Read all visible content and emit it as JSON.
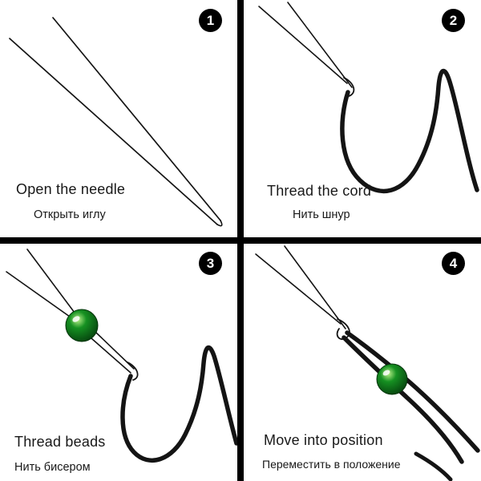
{
  "panels": [
    {
      "number": "1",
      "title": "Open the needle",
      "subtitle": "Открыть иглу"
    },
    {
      "number": "2",
      "title": "Thread the cord",
      "subtitle": "Нить шнур"
    },
    {
      "number": "3",
      "title": "Thread beads",
      "subtitle": "Нить бисером"
    },
    {
      "number": "4",
      "title": "Move into position",
      "subtitle": "Переместить в положение"
    }
  ],
  "colors": {
    "background": "#ffffff",
    "line": "#141414",
    "divider": "#000000",
    "badge_background": "#000000",
    "badge_text": "#ffffff",
    "bead_highlight": "#b9f08a",
    "bead_mid": "#169122",
    "bead_dark": "#05400d"
  }
}
